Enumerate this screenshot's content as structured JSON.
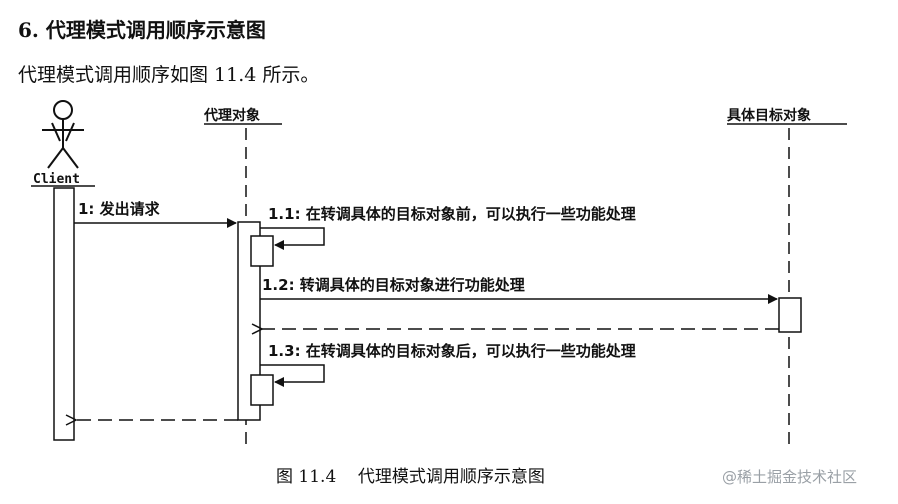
{
  "heading": "6. 代理模式调用顺序示意图",
  "intro": "代理模式调用顺序如图 11.4 所示。",
  "diagram": {
    "actor_label": "Client",
    "proxy_label": "代理对象",
    "target_label": "具体目标对象",
    "msg_request": "1: 发出请求",
    "msg_1_1": "1.1: 在转调具体的目标对象前，可以执行一些功能处理",
    "msg_1_2": "1.2: 转调具体的目标对象进行功能处理",
    "msg_1_3": "1.3: 在转调具体的目标对象后，可以执行一些功能处理"
  },
  "caption": "图 11.4    代理模式调用顺序示意图",
  "watermark": "@稀土掘金技术社区"
}
